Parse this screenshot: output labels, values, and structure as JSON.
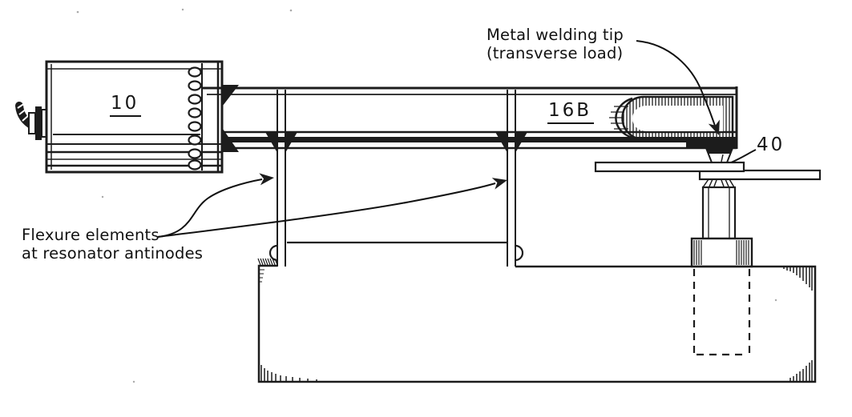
{
  "page": {
    "background_color": "#ffffff",
    "ink_color": "#1c1c1c"
  },
  "diagram": {
    "part_labels": [
      {
        "name": "transducer",
        "text": "10",
        "underlined": true
      },
      {
        "name": "resonator-bar",
        "text": "16B",
        "underlined": true
      },
      {
        "name": "weld-spot",
        "text": "40",
        "underlined": false
      }
    ],
    "annotations": [
      {
        "name": "welding-tip-note",
        "lines": [
          "Metal welding tip",
          "(transverse load)"
        ]
      },
      {
        "name": "flexure-note",
        "lines": [
          "Flexure elements",
          "at resonator antinodes"
        ]
      }
    ]
  }
}
